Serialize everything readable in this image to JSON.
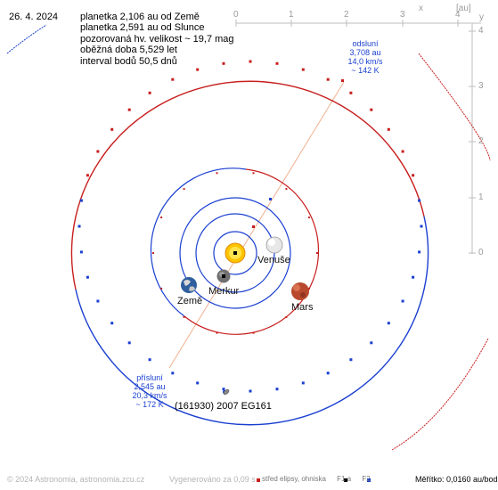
{
  "header": {
    "date": "26. 4. 2024",
    "info_lines": [
      "planetka 2,106 au od Země",
      "planetka 2,591 au od Slunce",
      "pozorovaná hv. velikost ~ 19,7 mag",
      "oběžná doba 5,529 let",
      "interval bodů 50,5 dnů"
    ]
  },
  "axes": {
    "x_ticks": [
      "0",
      "1",
      "2",
      "3",
      "4"
    ],
    "x_symbol": "x",
    "unit": "[au]",
    "y_ticks": [
      "4",
      "3",
      "2",
      "1",
      "0"
    ],
    "y_symbol": "y"
  },
  "aphelion": {
    "lines": [
      "odsluní",
      "3,708 au",
      "14,0 km/s",
      "~ 142 K"
    ]
  },
  "perihelion": {
    "lines": [
      "přísluní",
      "2,545 au",
      "20,3 km/s",
      "~ 172 K"
    ]
  },
  "asteroid": {
    "name": "(161930) 2007 EG161",
    "icon": "asteroid-icon"
  },
  "planets": {
    "venus": "Venuše",
    "mercury": "Merkur",
    "earth": "Země",
    "mars": "Mars"
  },
  "footer": {
    "copyright": "© 2024 Astronomia, astronomia.zcu.cz",
    "generated": "Vygenerováno za 0,09 s",
    "legend_center": "střed elipsy, ohniska",
    "legend_f1": "F1 a",
    "legend_f2": "F2",
    "scale": "Měřítko: 0,0160 au/bod"
  },
  "colors": {
    "orbit_blue": "#1a3fd0",
    "orbit_red": "#c81e1e",
    "apsis_line": "#f0b090",
    "sun": "#ffc400",
    "axes": "#bdbdbd"
  }
}
